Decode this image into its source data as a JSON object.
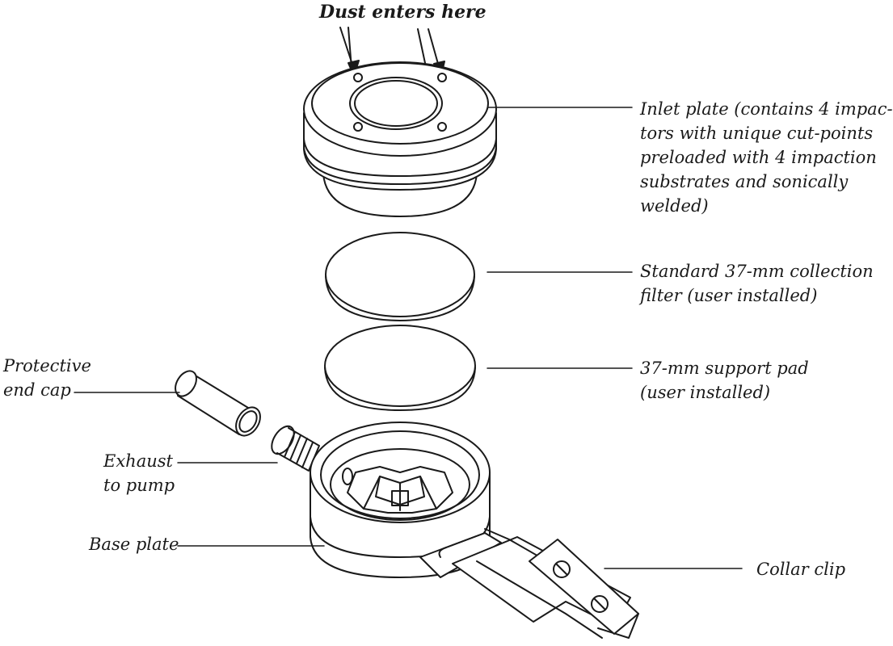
{
  "diagram": {
    "header": "Dust enters here",
    "labels": {
      "inlet_plate": [
        "Inlet plate (contains 4 impac-",
        "tors with unique cut-points",
        "preloaded with 4 impaction",
        "substrates and sonically",
        "welded)"
      ],
      "collection_filter": [
        "Standard 37-mm collection",
        "filter (user installed)"
      ],
      "support_pad": [
        "37-mm support pad",
        "(user installed)"
      ],
      "protective_cap": [
        "Protective",
        "end cap"
      ],
      "exhaust": [
        "Exhaust",
        "to pump"
      ],
      "base_plate": "Base plate",
      "collar_clip": "Collar clip"
    }
  }
}
